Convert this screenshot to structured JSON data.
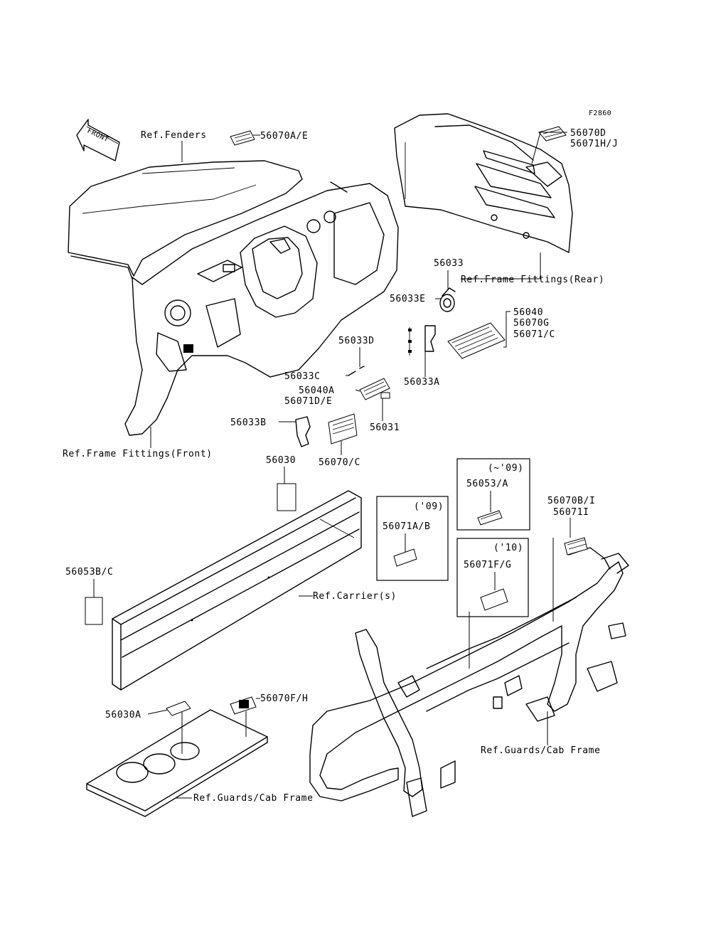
{
  "figure_code": "F2860",
  "front_arrow": "FRONT",
  "refs": {
    "fenders": "Ref.Fenders",
    "frame_front": "Ref.Frame Fittings(Front)",
    "frame_rear": "Ref.Frame Fittings(Rear)",
    "carrier": "Ref.Carrier(s)",
    "guards_cab_right": "Ref.Guards/Cab Frame",
    "guards_cab_bottom": "Ref.Guards/Cab Frame"
  },
  "parts": {
    "p56070AE": "56070A/E",
    "p56070D": "56070D",
    "p56071HJ": "56071H/J",
    "p56033": "56033",
    "p56033E": "56033E",
    "p56040": "56040",
    "p56070G": "56070G",
    "p56071C": "56071/C",
    "p56033D": "56033D",
    "p56033C": "56033C",
    "p56033A": "56033A",
    "p56040A": "56040A",
    "p56071DE": "56071D/E",
    "p56031": "56031",
    "p56033B": "56033B",
    "p56070C": "56070/C",
    "p56030": "56030",
    "p56053BC": "56053B/C",
    "p56071AB": "56071A/B",
    "p56053A": "56053/A",
    "p56071FG": "56071F/G",
    "p56070BI": "56070B/I",
    "p56071I": "56071I",
    "p56030A": "56030A",
    "p56070FH": "56070F/H"
  },
  "year_tags": {
    "y09_paren": "('09)",
    "y09_upto": "(~'09)",
    "y10": "('10)"
  }
}
